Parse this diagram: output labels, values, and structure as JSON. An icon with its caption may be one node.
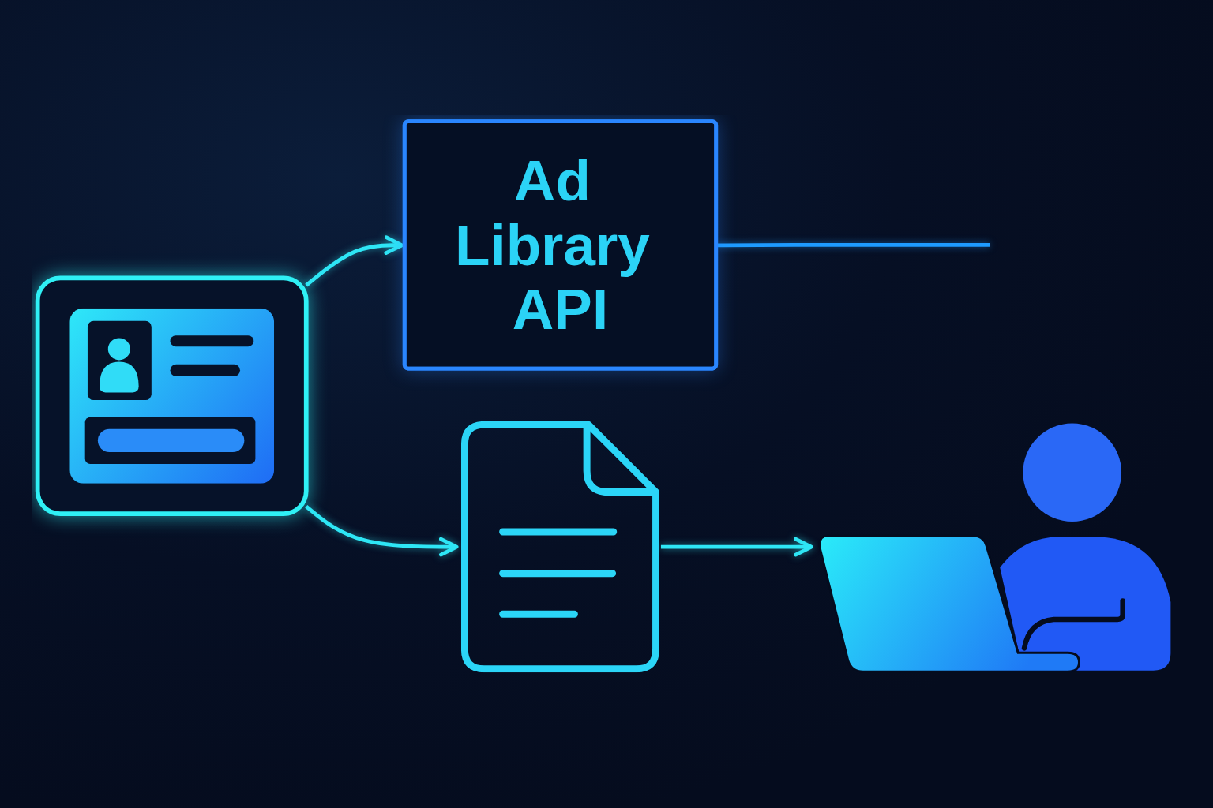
{
  "diagram": {
    "nodes": [
      {
        "text": [],
        "shape": "picture"
      },
      {
        "text": [
          "Ad Library API"
        ]
      },
      {
        "text": [],
        "shape": "picture"
      },
      {
        "text": [],
        "shape": "person"
      }
    ],
    "edges": [
      {
        "from": 0,
        "to": 1,
        "arrow": "to"
      },
      {
        "from": 0,
        "to": 2,
        "arrow": "to"
      },
      {
        "from": 2,
        "to": 3,
        "arrow": "to"
      },
      {
        "from": 1,
        "to": null,
        "arrow": "none",
        "color": "#1e9bff"
      }
    ]
  }
}
